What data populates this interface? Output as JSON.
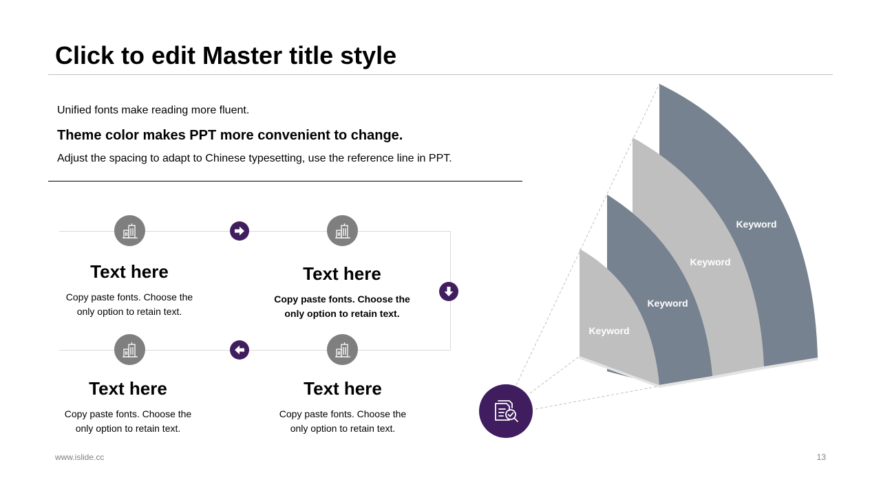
{
  "slide": {
    "title": "Click to edit Master title style",
    "intro": {
      "line1": "Unified fonts make reading more fluent.",
      "line2": "Theme color makes PPT more convenient to change.",
      "line3": "Adjust the spacing to adapt to Chinese typesetting, use the reference line in PPT."
    },
    "footer": {
      "url": "www.islide.cc",
      "page_number": "13"
    }
  },
  "process": {
    "items": [
      {
        "title": "Text here",
        "desc_line1": "Copy paste fonts. Choose the",
        "desc_line2": "only option to retain text.",
        "icon": "building-icon"
      },
      {
        "title": "Text here",
        "desc_line1": "Copy paste fonts. Choose the",
        "desc_line2": "only option to retain text.",
        "icon": "building-icon",
        "bold_desc": true
      },
      {
        "title": "Text here",
        "desc_line1": "Copy paste fonts. Choose the",
        "desc_line2": "only option to retain text.",
        "icon": "building-icon"
      },
      {
        "title": "Text here",
        "desc_line1": "Copy paste fonts. Choose the",
        "desc_line2": "only option to retain text.",
        "icon": "building-icon"
      }
    ],
    "arrows": [
      "arrow-right-icon",
      "arrow-down-icon",
      "arrow-left-icon"
    ],
    "arrow_color": "#3F1D5E",
    "icon_color": "#7F7F7F"
  },
  "sails": {
    "labels": [
      "Keyword",
      "Keyword",
      "Keyword",
      "Keyword"
    ],
    "colors": [
      "#BFBFBF",
      "#76828F",
      "#BFBFBF",
      "#76828F"
    ],
    "badge_icon": "document-search-icon",
    "badge_color": "#3F1D5E"
  }
}
